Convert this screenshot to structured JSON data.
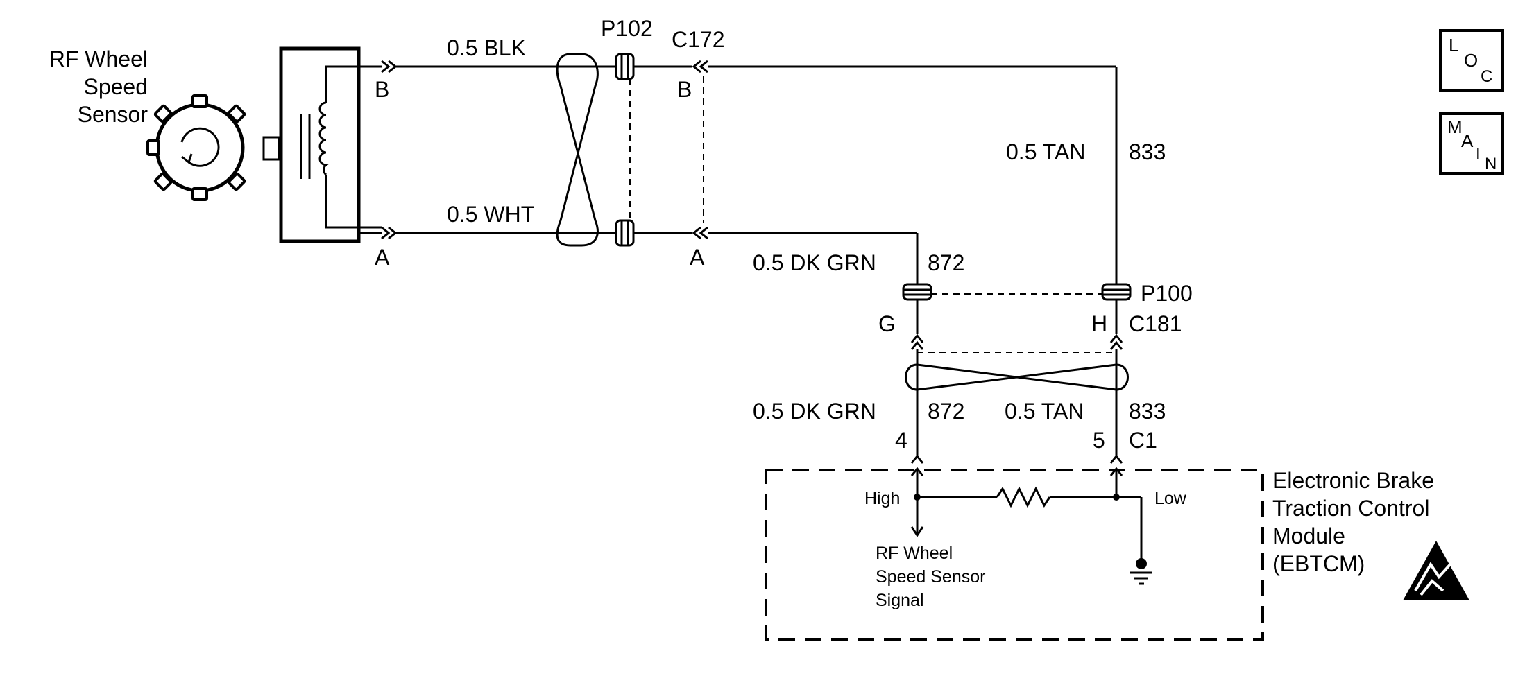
{
  "sensor": {
    "label_lines": [
      "RF Wheel",
      "Speed",
      "Sensor"
    ],
    "pin_b": "B",
    "pin_a": "A"
  },
  "wires": {
    "top_left": "0.5 BLK",
    "bottom_left": "0.5 WHT",
    "right_vertical": {
      "color": "0.5 TAN",
      "circuit": "833"
    },
    "left_vertical_upper": {
      "color": "0.5 DK GRN",
      "circuit": "872"
    },
    "left_vertical_lower": {
      "color": "0.5 DK GRN",
      "circuit": "872"
    },
    "right_vertical_lower": {
      "color": "0.5 TAN",
      "circuit": "833"
    }
  },
  "connectors": {
    "p102": "P102",
    "c172": "C172",
    "c172_pin_b": "B",
    "c172_pin_a": "A",
    "p100": "P100",
    "c181": "C181",
    "c181_pin_g": "G",
    "c181_pin_h": "H",
    "c1": "C1",
    "c1_pin_4": "4",
    "c1_pin_5": "5"
  },
  "module": {
    "label_lines": [
      "Electronic Brake",
      "Traction Control",
      "Module",
      "(EBTCM)"
    ],
    "high": "High",
    "low": "Low",
    "signal_lines": [
      "RF Wheel",
      "Speed Sensor",
      "Signal"
    ]
  },
  "nav": {
    "loc": {
      "l": "L",
      "o": "O",
      "c": "C"
    },
    "main": {
      "m": "M",
      "a": "A",
      "i": "I",
      "n": "N"
    }
  }
}
